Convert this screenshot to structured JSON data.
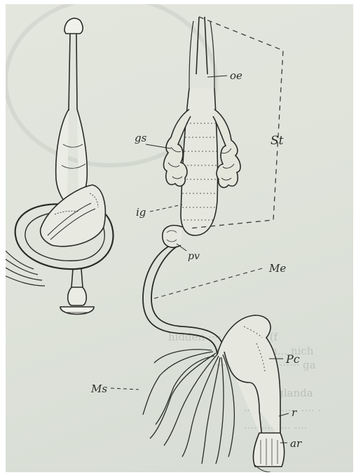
{
  "labels": {
    "oe": "oe",
    "gs": "gs",
    "st": "St",
    "ig": "ig",
    "pv": "pv",
    "me": "Me",
    "pc": "Pc",
    "ms": "Ms",
    "r": "r",
    "ar": "ar"
  },
  "bleed_through_text": [
    "hidden ···· in a rim (f",
    "n fine, gran... nich",
    "··· s uminar ······ ga",
    "····· al glanda",
    "··· ent ······ ···· ·",
    "········· ···· ····"
  ],
  "colors": {
    "paper": "#e1e5dc",
    "ink": "#2a2b27",
    "bleed": "#6f756f"
  }
}
